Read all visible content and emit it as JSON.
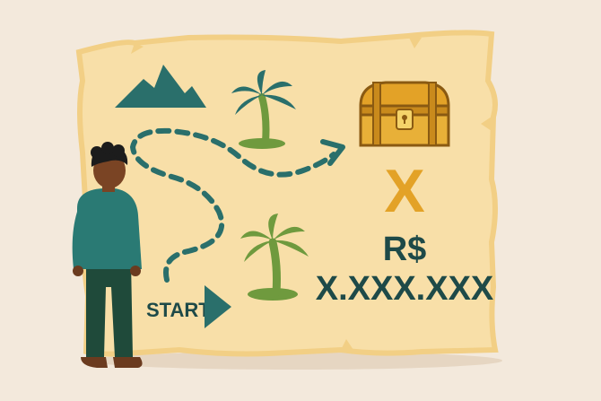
{
  "map": {
    "start_label": "START",
    "treasure_mark": "X",
    "currency": "R$",
    "amount": "X.XXX.XXX"
  },
  "colors": {
    "background": "#f3e9dc",
    "parchment": "#f8dfa8",
    "parchment_edge": "#f2cf85",
    "teal": "#2a6f6b",
    "palm_green": "#6f9a3e",
    "gold": "#e3a227",
    "dark_text": "#1e4a48"
  },
  "icons": [
    "mountain-icon",
    "palm-tree-icon",
    "treasure-chest-icon",
    "arrow-icon",
    "person-icon"
  ]
}
